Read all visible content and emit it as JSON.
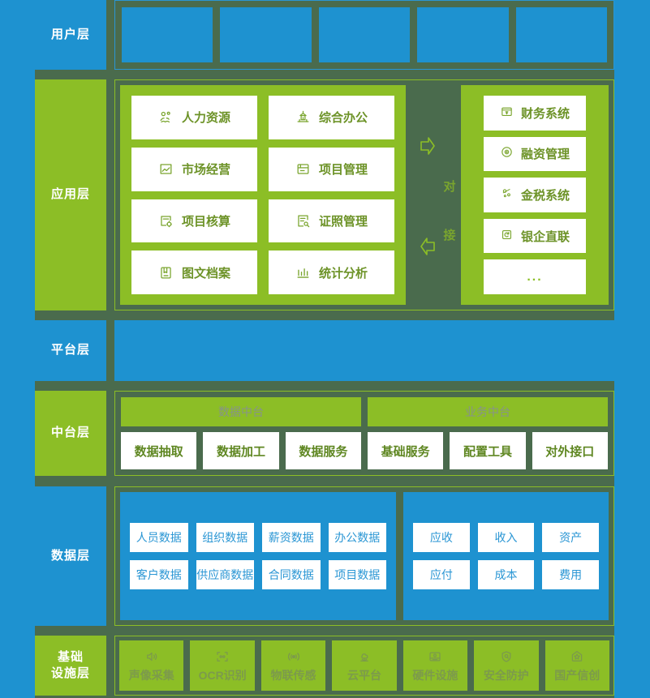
{
  "colors": {
    "page_background": "#1e92d0",
    "canvas_background": "#4a6b4d",
    "blue": "#1e92d0",
    "green": "#8cbe26",
    "white": "#ffffff",
    "green_text": "#6d9328",
    "blue_text": "#2a96d4",
    "muted_green_text": "#7c9a4c",
    "muted_gray_text": "#87938a"
  },
  "layers": {
    "user": {
      "label": "用户层",
      "boxes": [
        {
          "label": ""
        },
        {
          "label": ""
        },
        {
          "label": ""
        },
        {
          "label": ""
        },
        {
          "label": ""
        }
      ]
    },
    "application": {
      "label": "应用层",
      "modules": [
        {
          "label": "人力资源",
          "icon": "human-resources-icon"
        },
        {
          "label": "综合办公",
          "icon": "office-icon"
        },
        {
          "label": "市场经营",
          "icon": "market-icon"
        },
        {
          "label": "项目管理",
          "icon": "project-management-icon"
        },
        {
          "label": "项目核算",
          "icon": "project-accounting-icon"
        },
        {
          "label": "证照管理",
          "icon": "license-management-icon"
        },
        {
          "label": "图文档案",
          "icon": "archive-icon"
        },
        {
          "label": "统计分析",
          "icon": "statistics-icon"
        }
      ],
      "connector": {
        "text_chars": [
          "对",
          "接"
        ],
        "arrow_right": "arrow-right-icon",
        "arrow_left": "arrow-left-icon"
      },
      "external_systems": [
        {
          "label": "财务系统",
          "icon": "finance-system-icon"
        },
        {
          "label": "融资管理",
          "icon": "financing-icon"
        },
        {
          "label": "金税系统",
          "icon": "tax-system-icon"
        },
        {
          "label": "银企直联",
          "icon": "bank-link-icon"
        },
        {
          "label": "...",
          "icon": ""
        }
      ]
    },
    "platform": {
      "label": "平台层",
      "content": ""
    },
    "middle": {
      "label": "中台层",
      "heads": [
        {
          "label": "数据中台"
        },
        {
          "label": "业务中台"
        }
      ],
      "items": [
        {
          "label": "数据抽取"
        },
        {
          "label": "数据加工"
        },
        {
          "label": "数据服务"
        },
        {
          "label": "基础服务"
        },
        {
          "label": "配置工具"
        },
        {
          "label": "对外接口"
        }
      ]
    },
    "data": {
      "label": "数据层",
      "left_chips": [
        {
          "label": "人员数据"
        },
        {
          "label": "组织数据"
        },
        {
          "label": "薪资数据"
        },
        {
          "label": "办公数据"
        },
        {
          "label": "客户数据"
        },
        {
          "label": "供应商数据"
        },
        {
          "label": "合同数据"
        },
        {
          "label": "项目数据"
        }
      ],
      "right_chips": [
        {
          "label": "应收"
        },
        {
          "label": "收入"
        },
        {
          "label": "资产"
        },
        {
          "label": "应付"
        },
        {
          "label": "成本"
        },
        {
          "label": "费用"
        }
      ]
    },
    "infrastructure": {
      "label_line1": "基础",
      "label_line2": "设施层",
      "tiles": [
        {
          "label": "声像采集",
          "icon": "audio-capture-icon"
        },
        {
          "label": "OCR识别",
          "icon": "ocr-scan-icon"
        },
        {
          "label": "物联传感",
          "icon": "iot-sensor-icon"
        },
        {
          "label": "云平台",
          "icon": "cloud-platform-icon"
        },
        {
          "label": "硬件设施",
          "icon": "hardware-icon"
        },
        {
          "label": "安全防护",
          "icon": "security-shield-icon"
        },
        {
          "label": "国产信创",
          "icon": "star-badge-icon"
        }
      ]
    }
  }
}
